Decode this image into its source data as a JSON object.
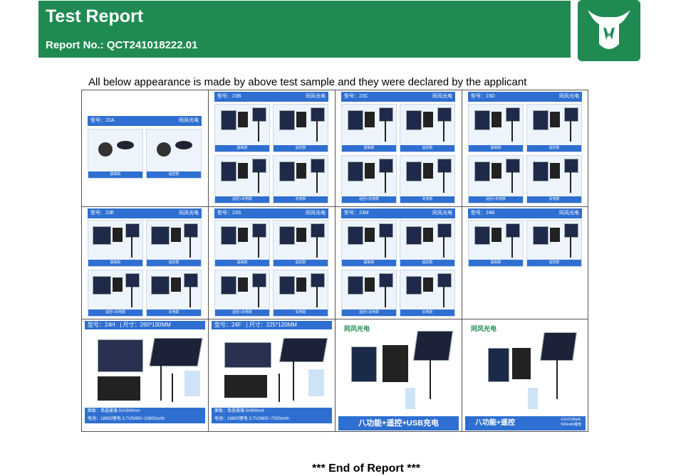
{
  "header": {
    "title": "Test Report",
    "report_no": "Report No.: QCT241018222.01"
  },
  "caption": "All below appearance is made by above test sample and they were declared by the applicant",
  "models_row1": [
    "型号：22A",
    "型号：23B",
    "型号：23C",
    "型号：23D"
  ],
  "models_row2": [
    "型号：23E",
    "型号：23S",
    "型号：23M",
    "型号：24B"
  ],
  "brand": "同风光电",
  "thumb_labels": [
    "基础款",
    "遥控款",
    "遥控+充电款",
    "充电款"
  ],
  "product_24h": {
    "model": "型号：24H",
    "size": "尺寸：260*190MM",
    "spec1": "面板：单晶玻璃 5V1800mA",
    "spec2": "电池：18650锂电 3.7V/5400~10800mAh"
  },
  "product_24f": {
    "model": "型号：24F",
    "size": "尺寸：225*120MM",
    "spec1": "面板：单晶玻璃 5V900mA",
    "spec2": "电池：18650锂电 3.7V/3600~7200mAh"
  },
  "product_c3": {
    "brand": "同风光电",
    "bar": "八功能+遥控+USB充电"
  },
  "product_c4": {
    "brand": "同风光电",
    "bar": "八功能+遥控",
    "spec": "4.5V/130mA\n500mAh锂电"
  },
  "footer": "*** End of Report ***",
  "colors": {
    "banner": "#1f8a52",
    "product_blue": "#2e6fd1"
  }
}
